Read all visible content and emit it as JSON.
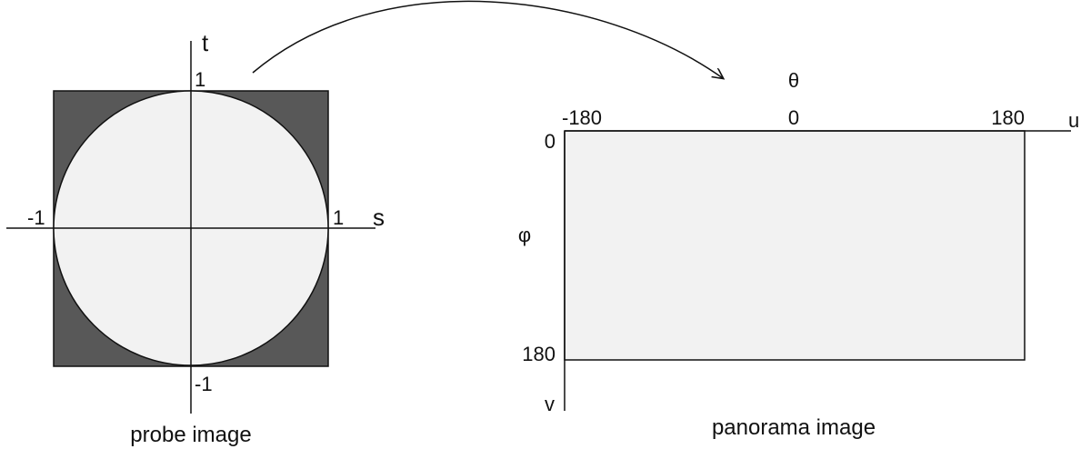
{
  "colors": {
    "background": "#ffffff",
    "square_fill": "#585858",
    "light_fill": "#f2f2f2",
    "stroke": "#111111"
  },
  "probe": {
    "axis_t_label": "t",
    "axis_s_label": "s",
    "t_max_label": "1",
    "t_min_label": "-1",
    "s_min_label": "-1",
    "s_max_label": "1",
    "caption": "probe image"
  },
  "panorama": {
    "theta_label": "θ",
    "phi_label": "φ",
    "u_label": "u",
    "v_label": "v",
    "u_min_label": "-180",
    "u_mid_label": "0",
    "u_max_label": "180",
    "v_min_label": "0",
    "v_max_label": "180",
    "caption": "panorama image"
  },
  "mapping_arrow": "probe-to-panorama"
}
